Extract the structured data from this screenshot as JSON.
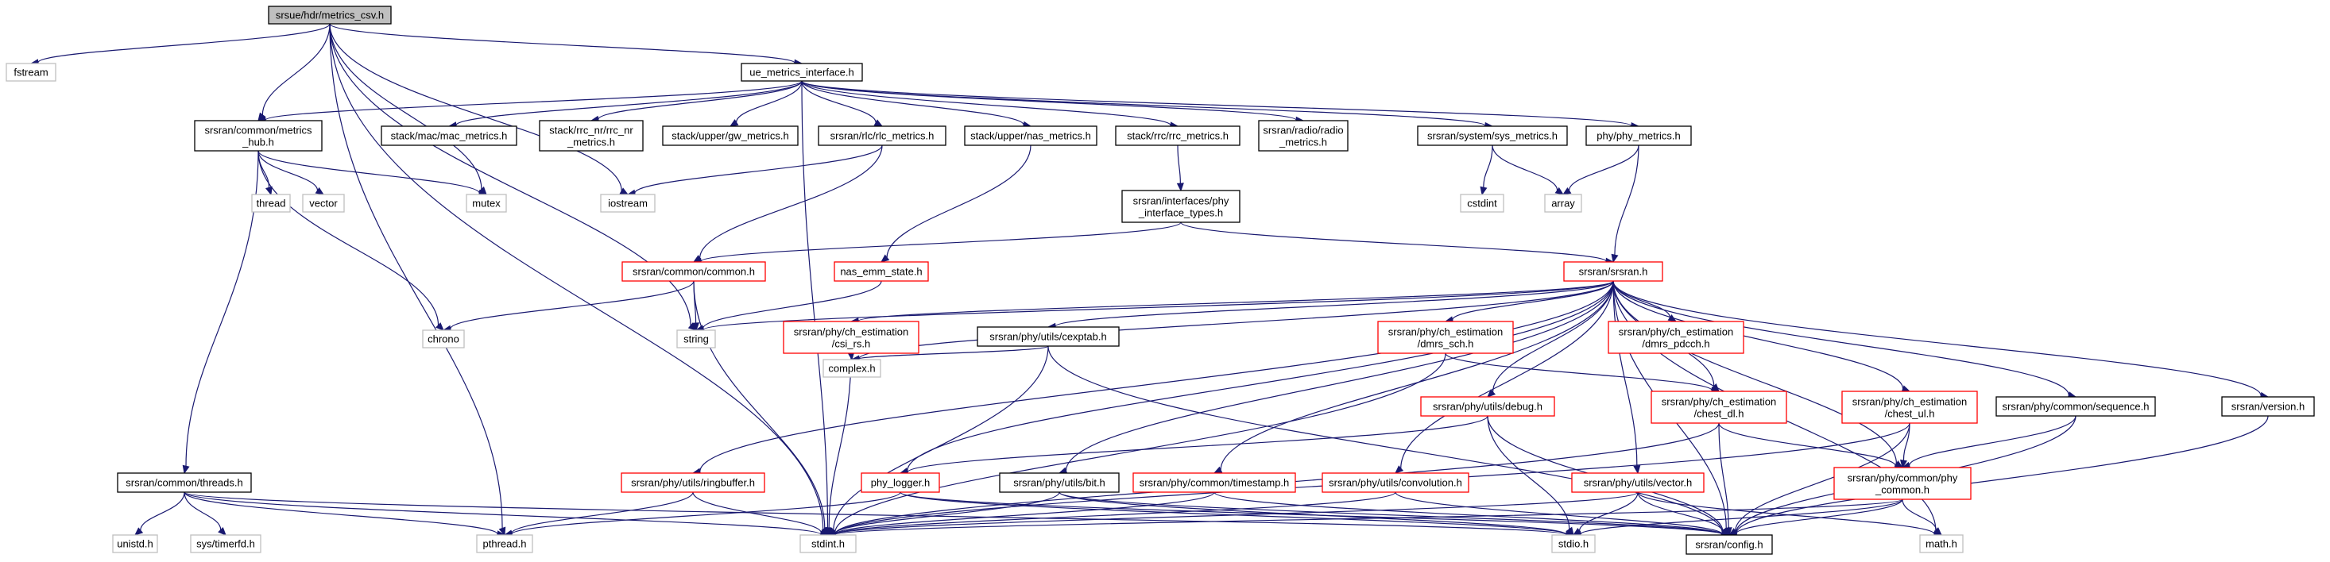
{
  "colors": {
    "edge": "#191970",
    "root_fill": "#bfbfbf",
    "normal_border": "#000000",
    "red_border": "#ff0000",
    "gray_border": "#bfbfbf"
  },
  "nodes": {
    "metrics_csv": {
      "lines": [
        "srsue/hdr/metrics_csv.h"
      ],
      "kind": "root"
    },
    "fstream": {
      "lines": [
        "fstream"
      ],
      "kind": "gray"
    },
    "ue_metrics_interface": {
      "lines": [
        "ue_metrics_interface.h"
      ],
      "kind": "normal"
    },
    "metrics_hub": {
      "lines": [
        "srsran/common/metrics",
        "_hub.h"
      ],
      "kind": "normal"
    },
    "mac_metrics": {
      "lines": [
        "stack/mac/mac_metrics.h"
      ],
      "kind": "normal"
    },
    "rrc_nr_metrics": {
      "lines": [
        "stack/rrc_nr/rrc_nr",
        "_metrics.h"
      ],
      "kind": "normal"
    },
    "gw_metrics": {
      "lines": [
        "stack/upper/gw_metrics.h"
      ],
      "kind": "normal"
    },
    "rlc_metrics": {
      "lines": [
        "srsran/rlc/rlc_metrics.h"
      ],
      "kind": "normal"
    },
    "nas_metrics": {
      "lines": [
        "stack/upper/nas_metrics.h"
      ],
      "kind": "normal"
    },
    "rrc_metrics": {
      "lines": [
        "stack/rrc/rrc_metrics.h"
      ],
      "kind": "normal"
    },
    "radio_metrics": {
      "lines": [
        "srsran/radio/radio",
        "_metrics.h"
      ],
      "kind": "normal"
    },
    "sys_metrics": {
      "lines": [
        "srsran/system/sys_metrics.h"
      ],
      "kind": "normal"
    },
    "phy_metrics": {
      "lines": [
        "phy/phy_metrics.h"
      ],
      "kind": "normal"
    },
    "thread": {
      "lines": [
        "thread"
      ],
      "kind": "gray"
    },
    "vector": {
      "lines": [
        "vector"
      ],
      "kind": "gray"
    },
    "mutex": {
      "lines": [
        "mutex"
      ],
      "kind": "gray"
    },
    "iostream": {
      "lines": [
        "iostream"
      ],
      "kind": "gray"
    },
    "cstdint": {
      "lines": [
        "cstdint"
      ],
      "kind": "gray"
    },
    "array": {
      "lines": [
        "array"
      ],
      "kind": "gray"
    },
    "phy_interface_types": {
      "lines": [
        "srsran/interfaces/phy",
        "_interface_types.h"
      ],
      "kind": "normal"
    },
    "common_h": {
      "lines": [
        "srsran/common/common.h"
      ],
      "kind": "red"
    },
    "nas_emm_state": {
      "lines": [
        "nas_emm_state.h"
      ],
      "kind": "red"
    },
    "srsran_h": {
      "lines": [
        "srsran/srsran.h"
      ],
      "kind": "red"
    },
    "chrono": {
      "lines": [
        "chrono"
      ],
      "kind": "gray"
    },
    "string": {
      "lines": [
        "string"
      ],
      "kind": "gray"
    },
    "csi_rs": {
      "lines": [
        "srsran/phy/ch_estimation",
        "/csi_rs.h"
      ],
      "kind": "red"
    },
    "cexptab": {
      "lines": [
        "srsran/phy/utils/cexptab.h"
      ],
      "kind": "normal"
    },
    "dmrs_sch": {
      "lines": [
        "srsran/phy/ch_estimation",
        "/dmrs_sch.h"
      ],
      "kind": "red"
    },
    "dmrs_pdcch": {
      "lines": [
        "srsran/phy/ch_estimation",
        "/dmrs_pdcch.h"
      ],
      "kind": "red"
    },
    "complex_h": {
      "lines": [
        "complex.h"
      ],
      "kind": "gray"
    },
    "debug_h": {
      "lines": [
        "srsran/phy/utils/debug.h"
      ],
      "kind": "red"
    },
    "chest_dl": {
      "lines": [
        "srsran/phy/ch_estimation",
        "/chest_dl.h"
      ],
      "kind": "red"
    },
    "chest_ul": {
      "lines": [
        "srsran/phy/ch_estimation",
        "/chest_ul.h"
      ],
      "kind": "red"
    },
    "sequence_h": {
      "lines": [
        "srsran/phy/common/sequence.h"
      ],
      "kind": "normal"
    },
    "version_h": {
      "lines": [
        "srsran/version.h"
      ],
      "kind": "normal"
    },
    "threads_h": {
      "lines": [
        "srsran/common/threads.h"
      ],
      "kind": "normal"
    },
    "ringbuffer": {
      "lines": [
        "srsran/phy/utils/ringbuffer.h"
      ],
      "kind": "red"
    },
    "phy_logger": {
      "lines": [
        "phy_logger.h"
      ],
      "kind": "red"
    },
    "bit_h": {
      "lines": [
        "srsran/phy/utils/bit.h"
      ],
      "kind": "normal"
    },
    "timestamp": {
      "lines": [
        "srsran/phy/common/timestamp.h"
      ],
      "kind": "red"
    },
    "convolution": {
      "lines": [
        "srsran/phy/utils/convolution.h"
      ],
      "kind": "red"
    },
    "vector_h": {
      "lines": [
        "srsran/phy/utils/vector.h"
      ],
      "kind": "red"
    },
    "phy_common": {
      "lines": [
        "srsran/phy/common/phy",
        "_common.h"
      ],
      "kind": "red"
    },
    "unistd": {
      "lines": [
        "unistd.h"
      ],
      "kind": "gray"
    },
    "timerfd": {
      "lines": [
        "sys/timerfd.h"
      ],
      "kind": "gray"
    },
    "pthread": {
      "lines": [
        "pthread.h"
      ],
      "kind": "gray"
    },
    "stdint": {
      "lines": [
        "stdint.h"
      ],
      "kind": "gray"
    },
    "stdio": {
      "lines": [
        "stdio.h"
      ],
      "kind": "gray"
    },
    "config_h": {
      "lines": [
        "srsran/config.h"
      ],
      "kind": "normal"
    },
    "math_h": {
      "lines": [
        "math.h"
      ],
      "kind": "gray"
    }
  },
  "edges": [
    [
      "metrics_csv",
      "fstream"
    ],
    [
      "metrics_csv",
      "ue_metrics_interface"
    ],
    [
      "metrics_csv",
      "metrics_hub"
    ],
    [
      "metrics_csv",
      "iostream"
    ],
    [
      "metrics_csv",
      "mutex"
    ],
    [
      "metrics_csv",
      "stdint"
    ],
    [
      "metrics_csv",
      "pthread"
    ],
    [
      "metrics_csv",
      "string"
    ],
    [
      "ue_metrics_interface",
      "metrics_hub"
    ],
    [
      "ue_metrics_interface",
      "mac_metrics"
    ],
    [
      "ue_metrics_interface",
      "rrc_nr_metrics"
    ],
    [
      "ue_metrics_interface",
      "gw_metrics"
    ],
    [
      "ue_metrics_interface",
      "rlc_metrics"
    ],
    [
      "ue_metrics_interface",
      "nas_metrics"
    ],
    [
      "ue_metrics_interface",
      "rrc_metrics"
    ],
    [
      "ue_metrics_interface",
      "radio_metrics"
    ],
    [
      "ue_metrics_interface",
      "sys_metrics"
    ],
    [
      "ue_metrics_interface",
      "phy_metrics"
    ],
    [
      "ue_metrics_interface",
      "stdint"
    ],
    [
      "metrics_hub",
      "thread"
    ],
    [
      "metrics_hub",
      "vector"
    ],
    [
      "metrics_hub",
      "mutex"
    ],
    [
      "metrics_hub",
      "chrono"
    ],
    [
      "metrics_hub",
      "threads_h"
    ],
    [
      "rlc_metrics",
      "common_h"
    ],
    [
      "rlc_metrics",
      "iostream"
    ],
    [
      "nas_metrics",
      "nas_emm_state"
    ],
    [
      "rrc_metrics",
      "phy_interface_types"
    ],
    [
      "sys_metrics",
      "cstdint"
    ],
    [
      "sys_metrics",
      "array"
    ],
    [
      "phy_metrics",
      "array"
    ],
    [
      "phy_metrics",
      "srsran_h"
    ],
    [
      "phy_interface_types",
      "common_h"
    ],
    [
      "phy_interface_types",
      "srsran_h"
    ],
    [
      "common_h",
      "chrono"
    ],
    [
      "common_h",
      "string"
    ],
    [
      "common_h",
      "stdint"
    ],
    [
      "nas_emm_state",
      "string"
    ],
    [
      "srsran_h",
      "string"
    ],
    [
      "srsran_h",
      "csi_rs"
    ],
    [
      "srsran_h",
      "cexptab"
    ],
    [
      "srsran_h",
      "complex_h"
    ],
    [
      "srsran_h",
      "dmrs_sch"
    ],
    [
      "srsran_h",
      "dmrs_pdcch"
    ],
    [
      "srsran_h",
      "debug_h"
    ],
    [
      "srsran_h",
      "chest_dl"
    ],
    [
      "srsran_h",
      "chest_ul"
    ],
    [
      "srsran_h",
      "sequence_h"
    ],
    [
      "srsran_h",
      "version_h"
    ],
    [
      "srsran_h",
      "ringbuffer"
    ],
    [
      "srsran_h",
      "phy_logger"
    ],
    [
      "srsran_h",
      "bit_h"
    ],
    [
      "srsran_h",
      "timestamp"
    ],
    [
      "srsran_h",
      "convolution"
    ],
    [
      "srsran_h",
      "vector_h"
    ],
    [
      "srsran_h",
      "phy_common"
    ],
    [
      "srsran_h",
      "config_h"
    ],
    [
      "srsran_h",
      "math_h"
    ],
    [
      "csi_rs",
      "complex_h"
    ],
    [
      "csi_rs",
      "stdint"
    ],
    [
      "cexptab",
      "complex_h"
    ],
    [
      "cexptab",
      "stdint"
    ],
    [
      "cexptab",
      "config_h"
    ],
    [
      "dmrs_sch",
      "chest_dl"
    ],
    [
      "dmrs_sch",
      "stdint"
    ],
    [
      "debug_h",
      "phy_logger"
    ],
    [
      "debug_h",
      "stdio"
    ],
    [
      "debug_h",
      "config_h"
    ],
    [
      "chest_dl",
      "phy_common"
    ],
    [
      "chest_dl",
      "config_h"
    ],
    [
      "chest_dl",
      "stdint"
    ],
    [
      "chest_ul",
      "phy_common"
    ],
    [
      "chest_ul",
      "config_h"
    ],
    [
      "chest_ul",
      "stdint"
    ],
    [
      "sequence_h",
      "phy_common"
    ],
    [
      "sequence_h",
      "config_h"
    ],
    [
      "version_h",
      "config_h"
    ],
    [
      "threads_h",
      "unistd"
    ],
    [
      "threads_h",
      "timerfd"
    ],
    [
      "threads_h",
      "pthread"
    ],
    [
      "threads_h",
      "stdint"
    ],
    [
      "threads_h",
      "stdio"
    ],
    [
      "ringbuffer",
      "pthread"
    ],
    [
      "ringbuffer",
      "stdint"
    ],
    [
      "phy_logger",
      "stdio"
    ],
    [
      "phy_logger",
      "pthread"
    ],
    [
      "phy_logger",
      "config_h"
    ],
    [
      "bit_h",
      "stdint"
    ],
    [
      "bit_h",
      "config_h"
    ],
    [
      "bit_h",
      "stdio"
    ],
    [
      "timestamp",
      "config_h"
    ],
    [
      "timestamp",
      "stdint"
    ],
    [
      "convolution",
      "config_h"
    ],
    [
      "convolution",
      "stdint"
    ],
    [
      "vector_h",
      "config_h"
    ],
    [
      "vector_h",
      "stdio"
    ],
    [
      "vector_h",
      "stdint"
    ],
    [
      "vector_h",
      "math_h"
    ],
    [
      "phy_common",
      "config_h"
    ],
    [
      "phy_common",
      "stdint"
    ],
    [
      "phy_common",
      "math_h"
    ],
    [
      "phy_common",
      "stdio"
    ]
  ]
}
